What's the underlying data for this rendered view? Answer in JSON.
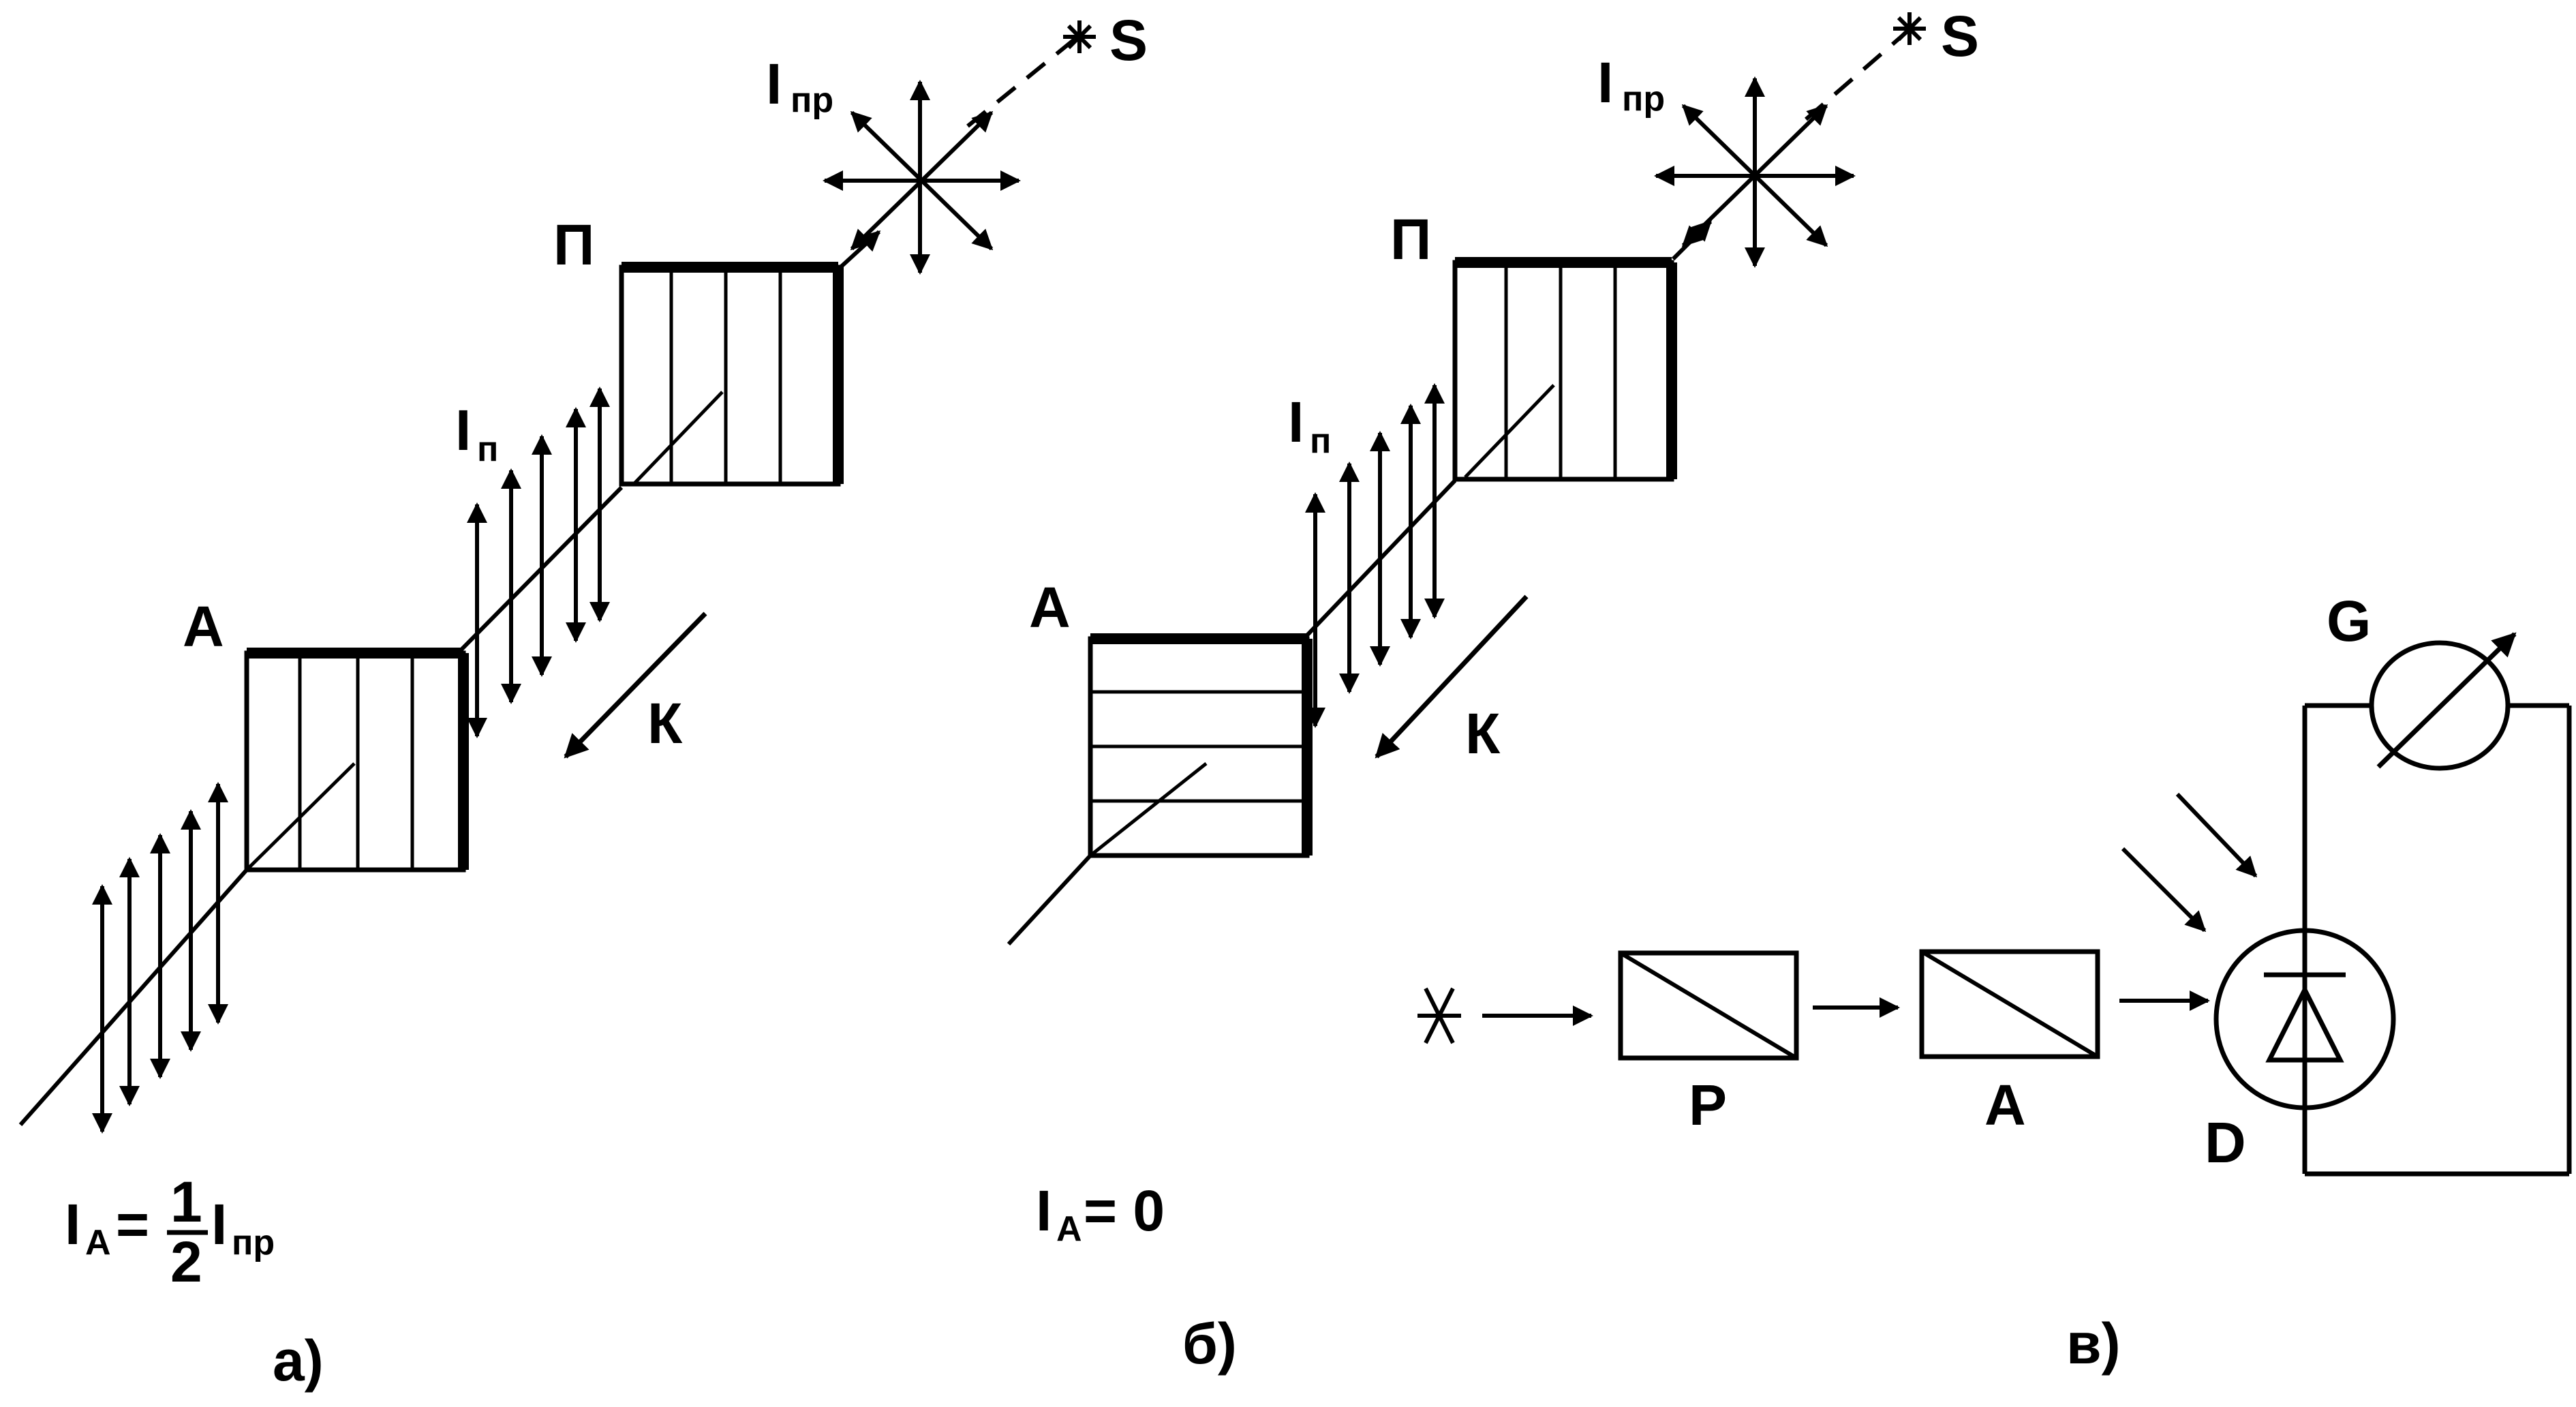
{
  "panel_a": {
    "label_S": "S",
    "label_Ipr_main": "I",
    "label_Ipr_sub": "пр",
    "label_P": "П",
    "label_In_main": "I",
    "label_In_sub": "п",
    "label_A": "А",
    "label_K": "К",
    "formula": {
      "lhs_main": "I",
      "lhs_sub": "A",
      "equals": "=",
      "numerator": "1",
      "denominator": "2",
      "rhs_main": "I",
      "rhs_sub": "пр"
    },
    "caption": "а)"
  },
  "panel_b": {
    "label_S": "S",
    "label_Ipr_main": "I",
    "label_Ipr_sub": "пр",
    "label_P": "П",
    "label_In_main": "I",
    "label_In_sub": "п",
    "label_A": "А",
    "label_K": "К",
    "formula": {
      "lhs_main": "I",
      "lhs_sub": "A",
      "rest": "= 0"
    },
    "caption": "б)"
  },
  "panel_c": {
    "label_G": "G",
    "label_P": "P",
    "label_A": "A",
    "label_D": "D",
    "caption": "в)"
  }
}
